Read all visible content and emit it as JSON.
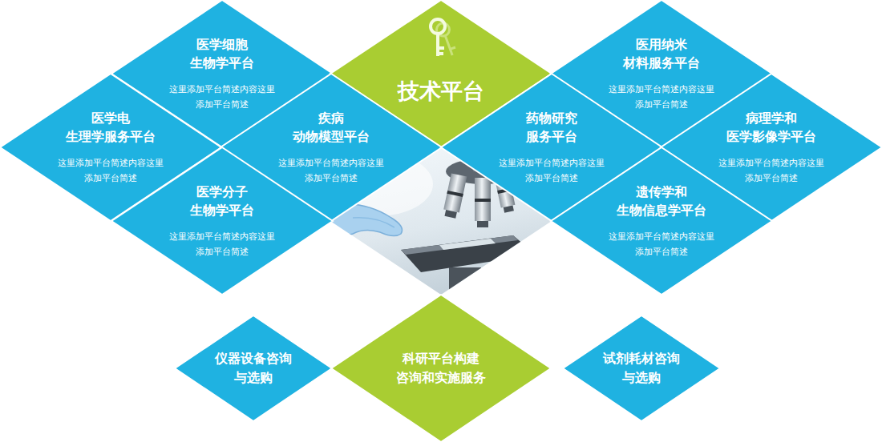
{
  "diagram": {
    "nodes": [
      {
        "text": [
          "医学细胞 生物学平台",
          "这里添加平台简述内容这里 添加平台简述"
        ]
      },
      {
        "text": [
          "技术平台"
        ]
      },
      {
        "text": [
          "医用纳米 材料服务平台",
          "这里添加平台简述内容这里 添加平台简述"
        ]
      },
      {
        "text": [
          "医学电 生理学服务平台",
          "这里添加平台简述内容这里 添加平台简述"
        ]
      },
      {
        "text": [
          "疾病 动物模型平台",
          "这里添加平台简述内容这里 添加平台简述"
        ]
      },
      {
        "text": [
          "药物研究 服务平台",
          "这里添加平台简述内容这里 添加平台简述"
        ]
      },
      {
        "text": [
          "病理学和 医学影像学平台",
          "这里添加平台简述内容这里 添加平台简述"
        ]
      },
      {
        "text": [
          "医学分子 生物学平台",
          "这里添加平台简述内容这里 添加平台简述"
        ]
      },
      {
        "text": [
          "遗传学和 生物信息学平台",
          "这里添加平台简述内容这里 添加平台简述"
        ]
      },
      {
        "text": [
          "仪器设备咨询 与选购"
        ]
      },
      {
        "text": [
          "科研平台构建 咨询和实施服务"
        ]
      },
      {
        "text": [
          "试剂耗材咨询 与选购"
        ]
      }
    ]
  }
}
